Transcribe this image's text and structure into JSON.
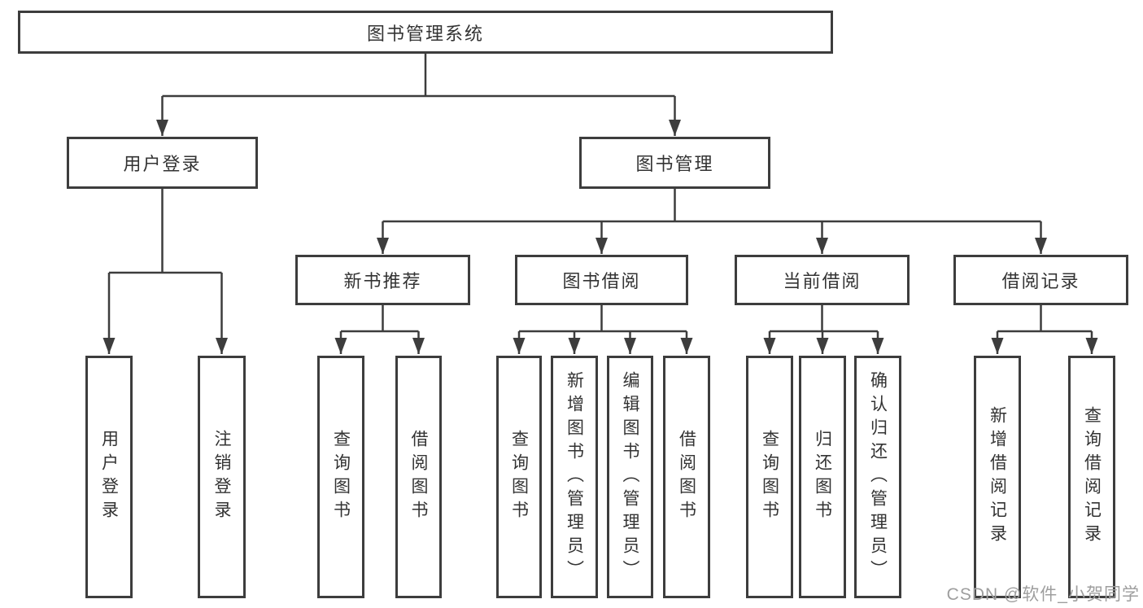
{
  "watermark": "CSDN @软件_小贺同学",
  "colors": {
    "line": "#3d3d3d",
    "text": "#333333",
    "watermark": "#9e9e9e",
    "background": "#ffffff"
  },
  "diagram": {
    "root": {
      "label": "图书管理系统"
    },
    "level2": [
      {
        "label": "用户登录",
        "children": [
          {
            "label": "用户登录"
          },
          {
            "label": "注销登录"
          }
        ]
      },
      {
        "label": "图书管理",
        "children": [
          {
            "label": "新书推荐",
            "children": [
              {
                "label": "查询图书"
              },
              {
                "label": "借阅图书"
              }
            ]
          },
          {
            "label": "图书借阅",
            "children": [
              {
                "label": "查询图书"
              },
              {
                "label": "新增图书（管理员）"
              },
              {
                "label": "编辑图书（管理员）"
              },
              {
                "label": "借阅图书"
              }
            ]
          },
          {
            "label": "当前借阅",
            "children": [
              {
                "label": "查询图书"
              },
              {
                "label": "归还图书"
              },
              {
                "label": "确认归还（管理员）"
              }
            ]
          },
          {
            "label": "借阅记录",
            "children": [
              {
                "label": "新增借阅记录"
              },
              {
                "label": "查询借阅记录"
              }
            ]
          }
        ]
      }
    ]
  }
}
